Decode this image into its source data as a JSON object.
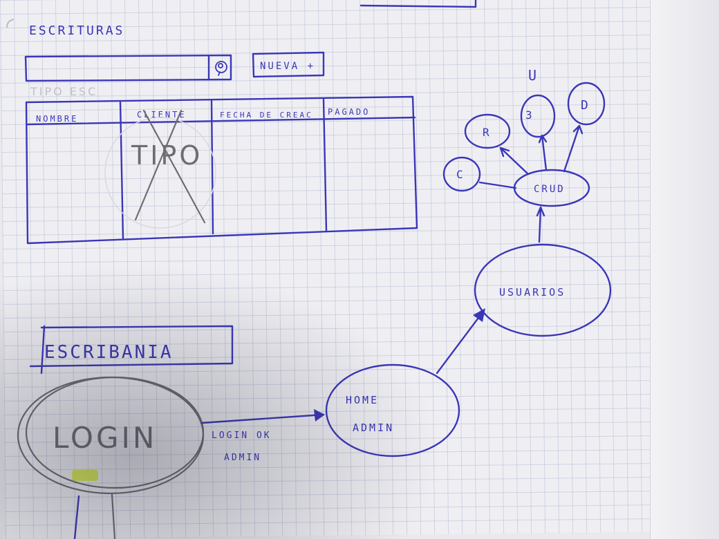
{
  "screen": {
    "title": "ESCRITURAS",
    "new_button": "NUEVA +",
    "ghost_label": "TIPO ESC",
    "table_headers": [
      "NOMBRE",
      "CLIENTE",
      "FECHA DE CREAC",
      "PAGADO"
    ],
    "crossed_out": "TIPO",
    "search_icon": "search-icon"
  },
  "diagram": {
    "app_title": "ESCRIBANIA",
    "nodes": {
      "login": "LOGIN",
      "home_line1": "HOME",
      "home_line2": "ADMIN",
      "usuarios": "USUARIOS",
      "crud": "CRUD",
      "c": "C",
      "r": "R",
      "u": "U",
      "d": "D",
      "u_mark": "3"
    },
    "edge_label_line1": "LOGIN OK",
    "edge_label_line2": "ADMIN"
  },
  "colors": {
    "ink": "#3a36b8",
    "pencil": "#6d6d72",
    "highlight": "#d6ec3a"
  }
}
